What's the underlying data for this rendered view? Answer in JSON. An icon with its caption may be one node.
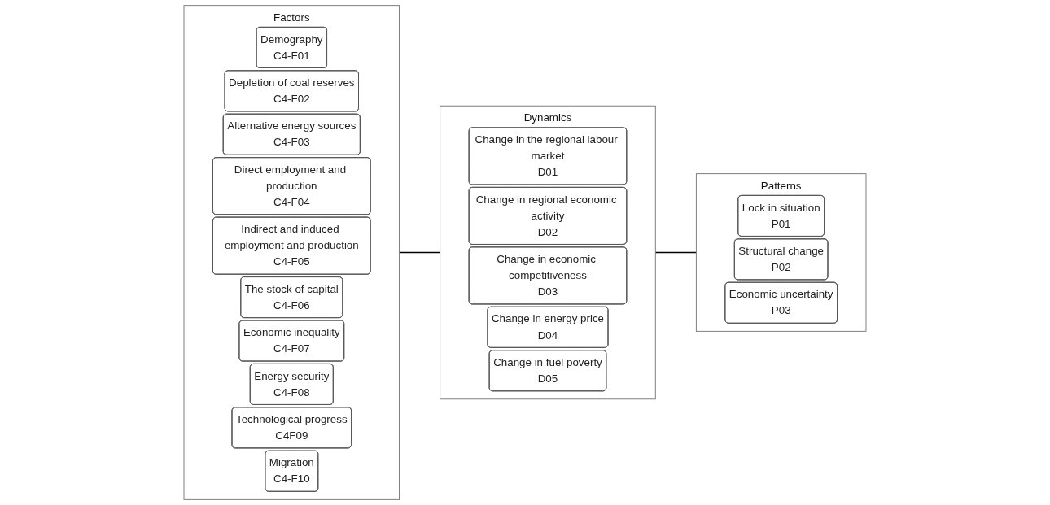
{
  "diagram": {
    "nodes": [
      {
        "text": [
          "Factors"
        ]
      },
      {
        "text": [
          "Demography",
          "C4-F01"
        ],
        "in": 0
      },
      {
        "text": [
          "Depletion of coal reserves",
          "C4-F02"
        ],
        "in": 0
      },
      {
        "text": [
          "Alternative energy sources",
          "C4-F03"
        ],
        "in": 0
      },
      {
        "text": [
          "Direct employment and production",
          "C4-F04"
        ],
        "in": 0
      },
      {
        "text": [
          "Indirect and induced employment and production",
          "C4-F05"
        ],
        "in": 0
      },
      {
        "text": [
          "The stock of capital",
          "C4-F06"
        ],
        "in": 0
      },
      {
        "text": [
          "Economic inequality",
          "C4-F07"
        ],
        "in": 0
      },
      {
        "text": [
          "Energy security",
          "C4-F08"
        ],
        "in": 0
      },
      {
        "text": [
          "Technological progress",
          "C4F09"
        ],
        "in": 0
      },
      {
        "text": [
          "Migration",
          "C4-F10"
        ],
        "in": 0
      },
      {
        "text": [
          "Dynamics"
        ]
      },
      {
        "text": [
          "Change in the regional labour market",
          "D01"
        ],
        "in": 11
      },
      {
        "text": [
          "Change in regional economic activity",
          "D02"
        ],
        "in": 11
      },
      {
        "text": [
          "Change in economic competitiveness",
          "D03"
        ],
        "in": 11
      },
      {
        "text": [
          "Change in energy price",
          "D04"
        ],
        "in": 11
      },
      {
        "text": [
          "Change in fuel poverty",
          "D05"
        ],
        "in": 11
      },
      {
        "text": [
          "Patterns"
        ]
      },
      {
        "text": [
          "Lock in situation",
          "P01"
        ],
        "in": 17
      },
      {
        "text": [
          "Structural change",
          "P02"
        ],
        "in": 17
      },
      {
        "text": [
          "Economic uncertainty",
          "P03"
        ],
        "in": 17
      }
    ],
    "edges": [
      {
        "from": 0,
        "to": 11,
        "arrow": "none"
      },
      {
        "from": 11,
        "to": 17,
        "arrow": "none"
      }
    ]
  }
}
